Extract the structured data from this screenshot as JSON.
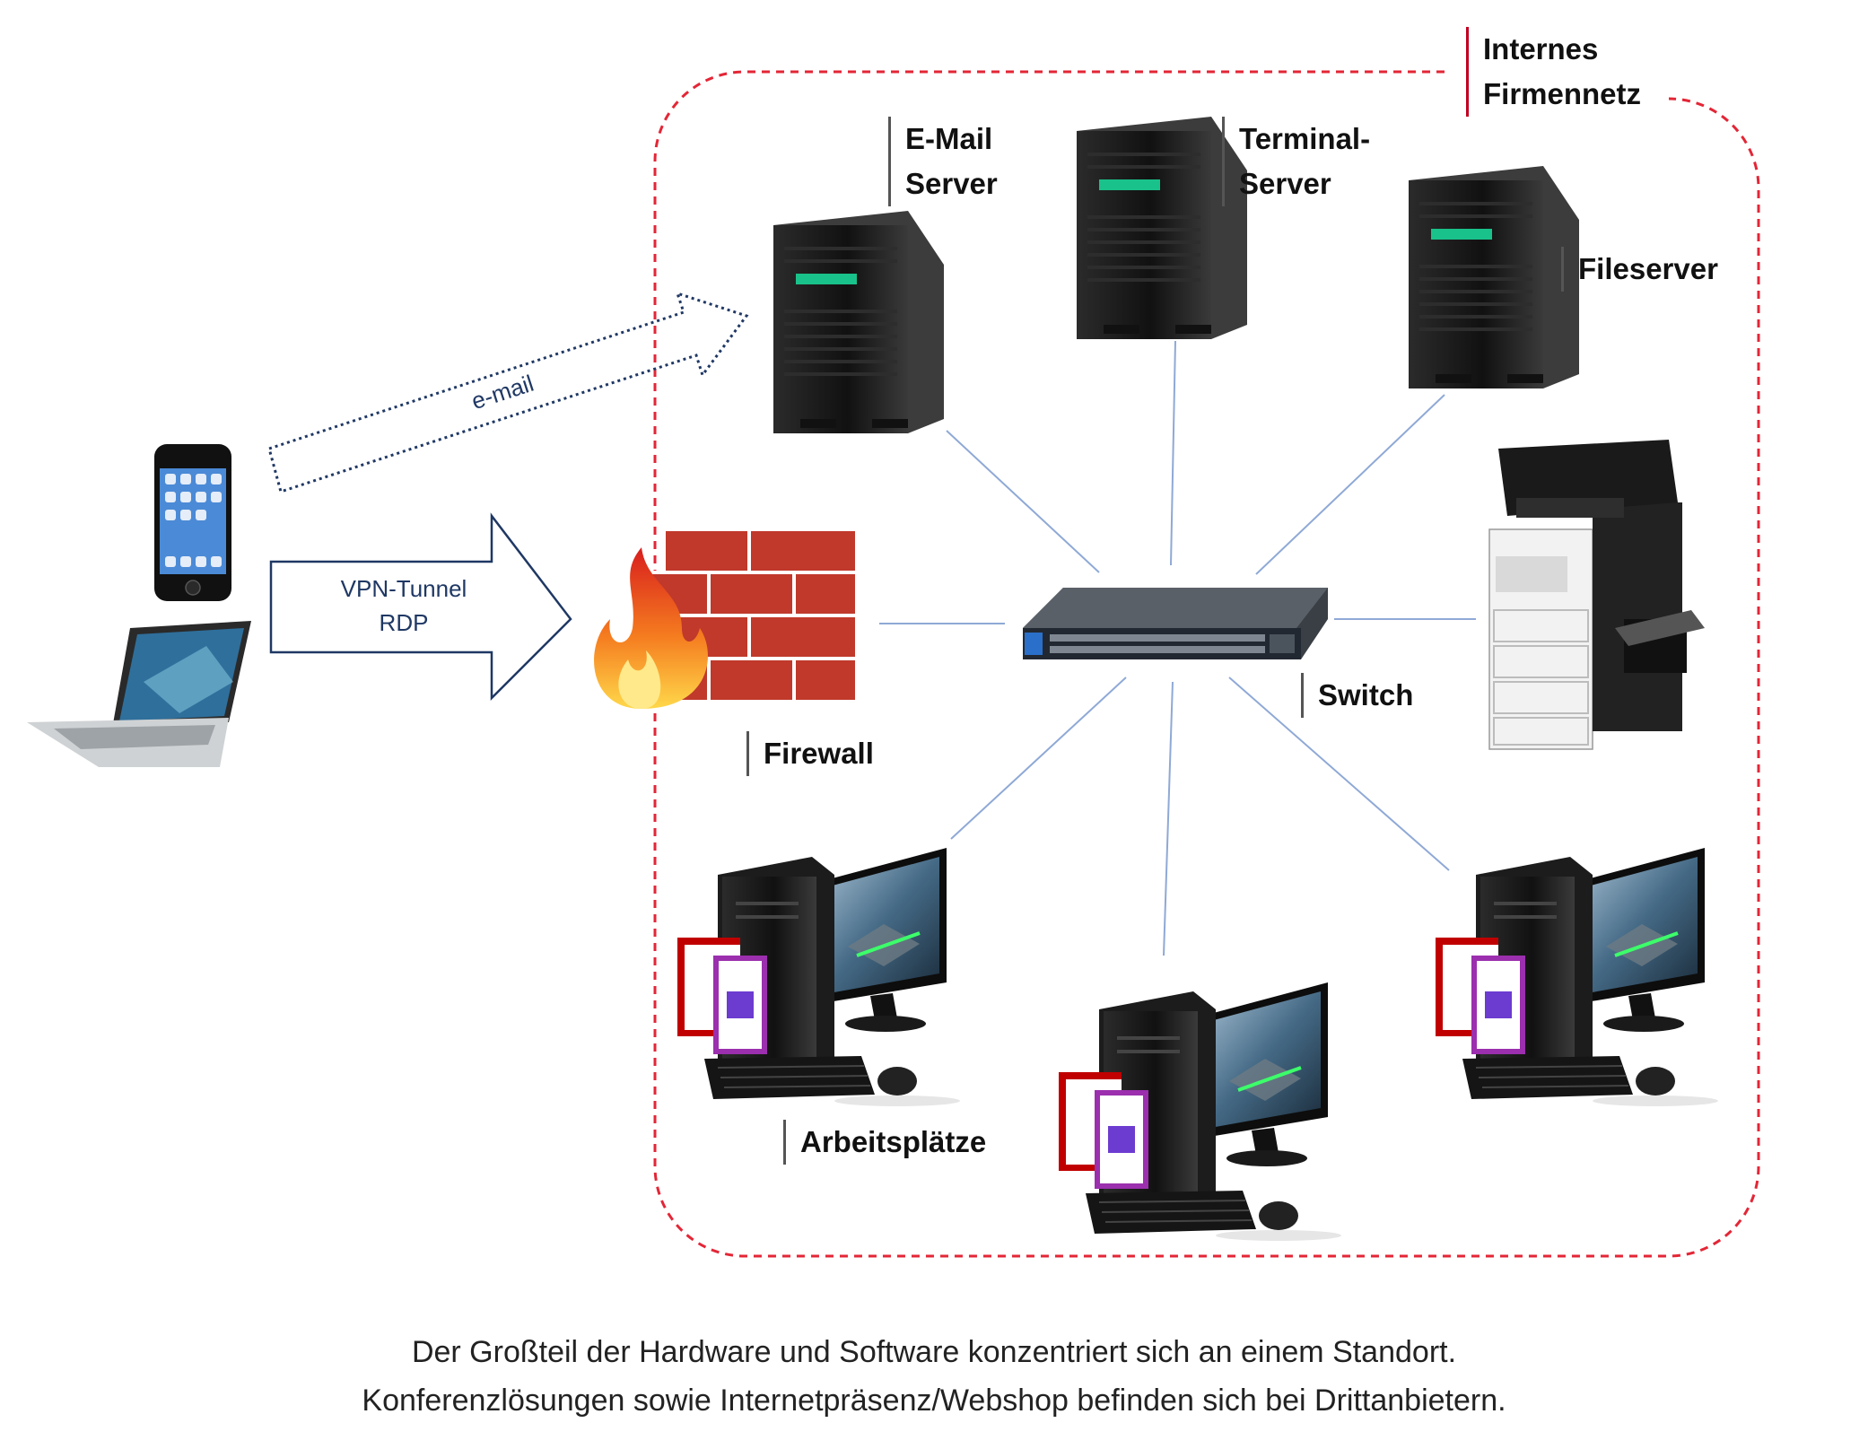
{
  "zone": {
    "label_line1": "Internes",
    "label_line2": "Firmennetz",
    "border_color": "#e32636"
  },
  "servers": {
    "email": {
      "line1": "E-Mail",
      "line2": "Server"
    },
    "terminal": {
      "line1": "Terminal-",
      "line2": "Server"
    },
    "file": {
      "label": "Fileserver"
    }
  },
  "firewall": {
    "label": "Firewall"
  },
  "switch": {
    "label": "Switch"
  },
  "workstations": {
    "label": "Arbeitsplätze"
  },
  "arrows": {
    "email": {
      "text": "e-mail"
    },
    "vpn": {
      "line1": "VPN-Tunnel",
      "line2": "RDP"
    }
  },
  "caption": {
    "line1": "Der Großteil der Hardware und Software konzentriert sich an einem Standort.",
    "line2": "Konferenzlösungen sowie Internetpräsenz/Webshop befinden sich bei Drittanbietern."
  },
  "colors": {
    "link": "#8fa9d6",
    "arrow_border": "#1f3864",
    "brick": "#c0392b",
    "tower": "#1b1b1b"
  },
  "icons": [
    "smartphone-icon",
    "laptop-icon",
    "server-tower-icon",
    "firewall-icon",
    "network-switch-icon",
    "printer-icon",
    "workstation-icon"
  ]
}
